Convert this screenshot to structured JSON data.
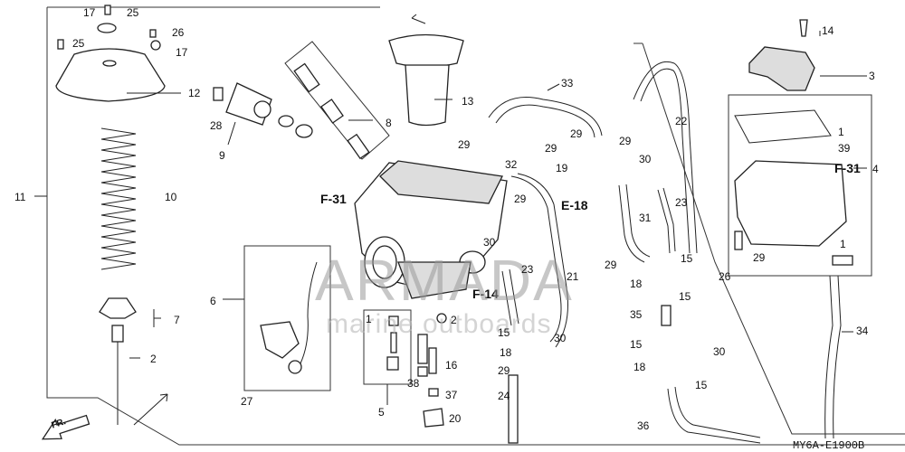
{
  "diagram": {
    "code": "MY6A-E1900B",
    "direction": "FR.",
    "refs": {
      "f31a": "F-31",
      "f31b": "F-31",
      "e18": "E-18",
      "f14": "F-14"
    }
  },
  "watermark": {
    "brand": "ARMADA",
    "tagline": "marine outboards"
  },
  "labels": [
    {
      "n": "17"
    },
    {
      "n": "25"
    },
    {
      "n": "25"
    },
    {
      "n": "26"
    },
    {
      "n": "17"
    },
    {
      "n": "12"
    },
    {
      "n": "11"
    },
    {
      "n": "10"
    },
    {
      "n": "7"
    },
    {
      "n": "2"
    },
    {
      "n": "27"
    },
    {
      "n": "28"
    },
    {
      "n": "9"
    },
    {
      "n": "8"
    },
    {
      "n": "13"
    },
    {
      "n": "6"
    },
    {
      "n": "1"
    },
    {
      "n": "2"
    },
    {
      "n": "16"
    },
    {
      "n": "38"
    },
    {
      "n": "37"
    },
    {
      "n": "20"
    },
    {
      "n": "5"
    },
    {
      "n": "29"
    },
    {
      "n": "32"
    },
    {
      "n": "29"
    },
    {
      "n": "29"
    },
    {
      "n": "29"
    },
    {
      "n": "19"
    },
    {
      "n": "33"
    },
    {
      "n": "30"
    },
    {
      "n": "23"
    },
    {
      "n": "21"
    },
    {
      "n": "15"
    },
    {
      "n": "30"
    },
    {
      "n": "18"
    },
    {
      "n": "29"
    },
    {
      "n": "24"
    },
    {
      "n": "22"
    },
    {
      "n": "29"
    },
    {
      "n": "30"
    },
    {
      "n": "23"
    },
    {
      "n": "31"
    },
    {
      "n": "29"
    },
    {
      "n": "15"
    },
    {
      "n": "18"
    },
    {
      "n": "15"
    },
    {
      "n": "35"
    },
    {
      "n": "15"
    },
    {
      "n": "30"
    },
    {
      "n": "18"
    },
    {
      "n": "15"
    },
    {
      "n": "36"
    },
    {
      "n": "14"
    },
    {
      "n": "3"
    },
    {
      "n": "1"
    },
    {
      "n": "39"
    },
    {
      "n": "4"
    },
    {
      "n": "1"
    },
    {
      "n": "29"
    },
    {
      "n": "26"
    },
    {
      "n": "34"
    }
  ]
}
